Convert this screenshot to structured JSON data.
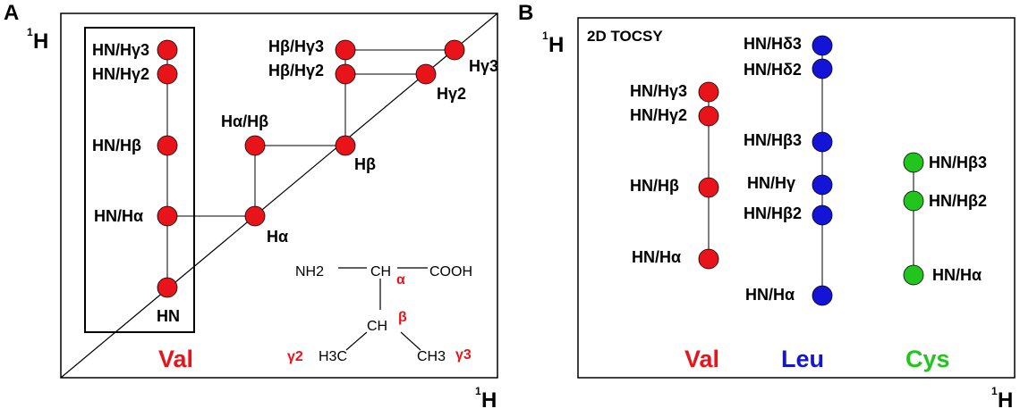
{
  "panel_a": {
    "letter": "A",
    "axis_v": "H",
    "axis_h": "H",
    "axis_sup": "1",
    "lbl_hn_hg3": "HN/Hγ3",
    "lbl_hn_hg2": "HN/Hγ2",
    "lbl_hn_hb": "HN/Hβ",
    "lbl_hn_ha": "HN/Hα",
    "lbl_hn": "HN",
    "lbl_hb_hg3": "Hβ/Hγ3",
    "lbl_hb_hg2": "Hβ/Hγ2",
    "lbl_hg3": "Hγ3",
    "lbl_hg2": "Hγ2",
    "lbl_ha_hb": "Hα/Hβ",
    "lbl_hb": "Hβ",
    "lbl_ha": "Hα",
    "residue": "Val",
    "structure": {
      "nh2": "NH2",
      "ch_alpha": "CH",
      "cooh": "COOH",
      "alpha": "α",
      "ch_beta": "CH",
      "beta": "β",
      "h3c": "H3C",
      "ch3": "CH3",
      "gamma2": "γ2",
      "gamma3": "γ3"
    }
  },
  "panel_b": {
    "letter": "B",
    "title": "2D TOCSY",
    "axis_v": "H",
    "axis_h": "H",
    "axis_sup": "1",
    "val": {
      "name": "Val",
      "labels": [
        "HN/Hγ3",
        "HN/Hγ2",
        "HN/Hβ",
        "HN/Hα"
      ]
    },
    "leu": {
      "name": "Leu",
      "labels": [
        "HN/Hδ3",
        "HN/Hδ2",
        "HN/Hβ3",
        "HN/Hγ",
        "HN/Hβ2",
        "HN/Hα"
      ]
    },
    "cys": {
      "name": "Cys",
      "labels": [
        "HN/Hβ3",
        "HN/Hβ2",
        "HN/Hα"
      ]
    }
  },
  "colors": {
    "val": "#e8141a",
    "leu": "#1414d8",
    "cys": "#22c41e"
  }
}
